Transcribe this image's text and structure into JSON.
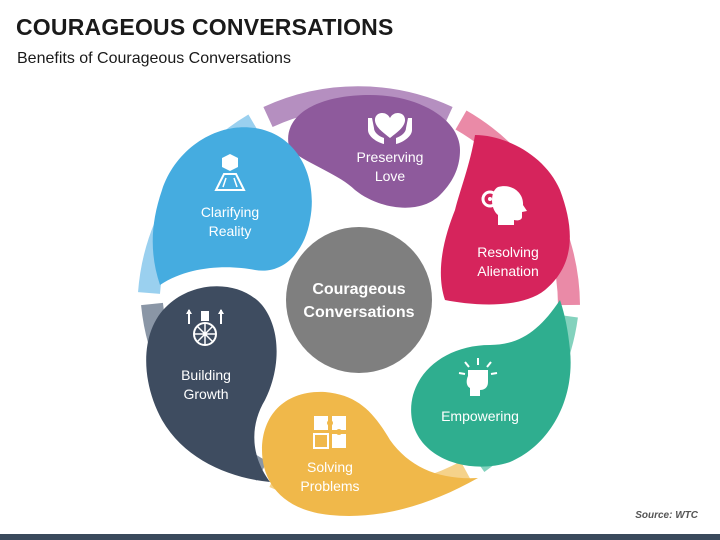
{
  "title": "COURAGEOUS CONVERSATIONS",
  "subtitle": "Benefits of Courageous Conversations",
  "source": "Source: WTC",
  "center": {
    "line1": "Courageous",
    "line2": "Conversations",
    "color": "#7f7f7f"
  },
  "petals": [
    {
      "line1": "Preserving",
      "line2": "Love",
      "color": "#8e5a9c",
      "icon": "heart-hands-icon"
    },
    {
      "line1": "Resolving",
      "line2": "Alienation",
      "color": "#d6245c",
      "icon": "head-gear-icon"
    },
    {
      "line1": "Empowering",
      "line2": "",
      "color": "#2fae8f",
      "icon": "empowering-fist-icon"
    },
    {
      "line1": "Solving",
      "line2": "Problems",
      "color": "#f0b84a",
      "icon": "puzzle-icon"
    },
    {
      "line1": "Building",
      "line2": "Growth",
      "color": "#3e4c60",
      "icon": "growth-globe-icon"
    },
    {
      "line1": "Clarifying",
      "line2": "Reality",
      "color": "#45ace0",
      "icon": "clarify-cube-icon"
    }
  ]
}
